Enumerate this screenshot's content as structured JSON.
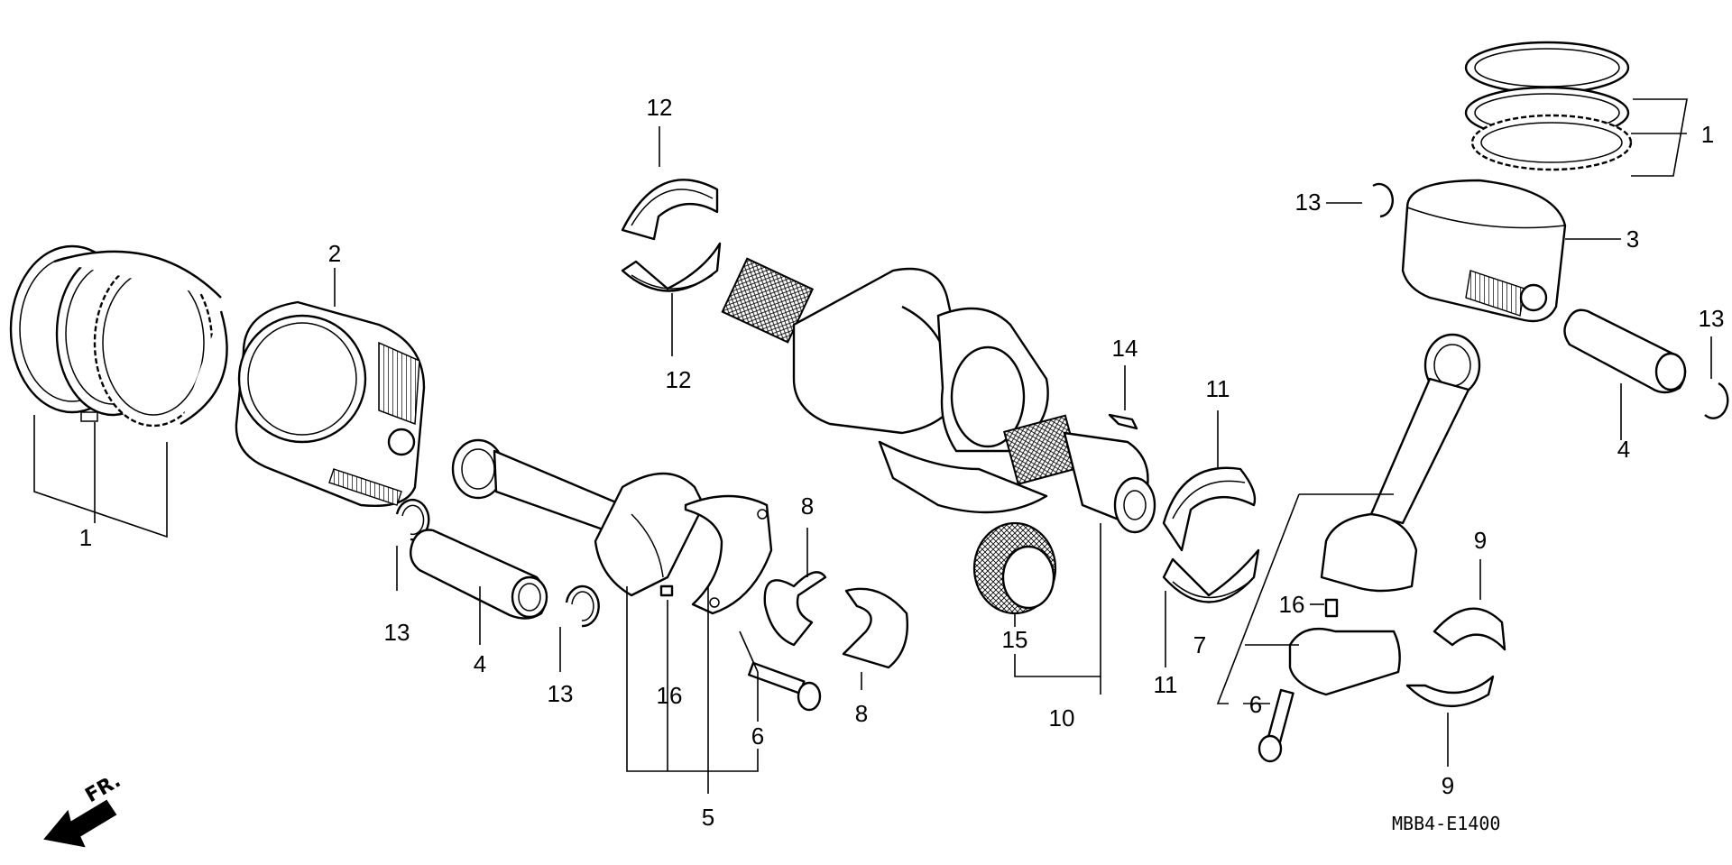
{
  "diagram_code": "MBB4-E1400",
  "front_marker": "FR.",
  "callouts": {
    "c1_left": "1",
    "c2": "2",
    "c13_left": "13",
    "c4_left": "4",
    "c13_mid": "13",
    "c16_left": "16",
    "c6_left": "6",
    "c5": "5",
    "c12_top": "12",
    "c12_bottom": "12",
    "c8_top": "8",
    "c8_bottom": "8",
    "c14": "14",
    "c15": "15",
    "c10": "10",
    "c11_top": "11",
    "c11_bottom": "11",
    "c1_right": "1",
    "c13_right_top": "13",
    "c3": "3",
    "c13_right": "13",
    "c4_right": "4",
    "c9_top": "9",
    "c9_bottom": "9",
    "c16_right": "16",
    "c7": "7",
    "c6_right": "6"
  }
}
